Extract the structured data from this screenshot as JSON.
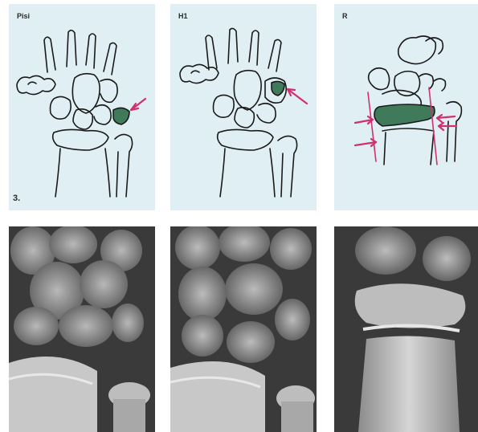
{
  "panels": [
    {
      "label": "Pisi"
    },
    {
      "label": "H1"
    },
    {
      "label": "R"
    }
  ],
  "figure_number": "3.",
  "colors": {
    "diagram_background": "#dfeff3",
    "bone_fill": "#3f7a5a",
    "arrow": "#d1306f",
    "outline": "#1a1a1a",
    "xray_background": "#3c3c3c"
  }
}
